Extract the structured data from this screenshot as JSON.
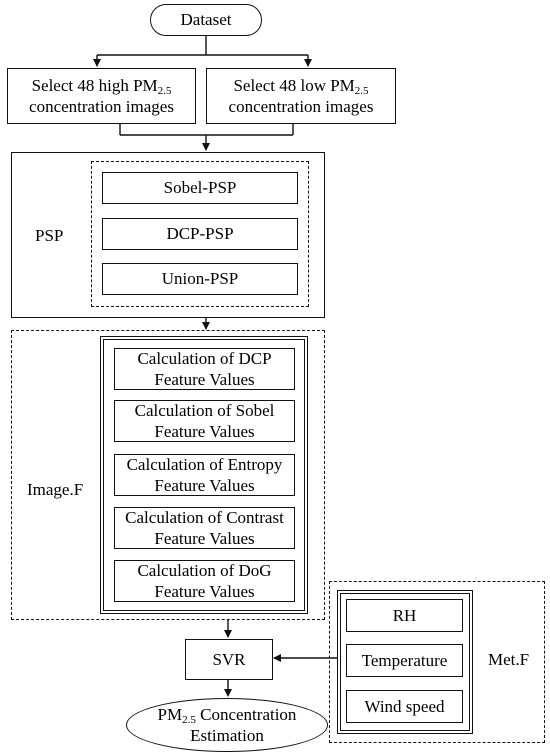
{
  "dataset": "Dataset",
  "select_high": {
    "line1_pre": "Select 48 high PM",
    "line1_sub": "2.5",
    "line2": "concentration images"
  },
  "select_low": {
    "line1_pre": "Select 48 low PM",
    "line1_sub": "2.5",
    "line2": "concentration images"
  },
  "psp": {
    "label": "PSP",
    "items": [
      "Sobel-PSP",
      "DCP-PSP",
      "Union-PSP"
    ]
  },
  "image_f": {
    "label": "Image.F",
    "items": [
      {
        "line1": "Calculation of DCP",
        "line2": "Feature Values"
      },
      {
        "line1": "Calculation of Sobel",
        "line2": "Feature Values"
      },
      {
        "line1": "Calculation of Entropy",
        "line2": "Feature Values"
      },
      {
        "line1": "Calculation of Contrast",
        "line2": "Feature Values"
      },
      {
        "line1": "Calculation of DoG",
        "line2": "Feature Values"
      }
    ]
  },
  "met_f": {
    "label": "Met.F",
    "items": [
      "RH",
      "Temperature",
      "Wind speed"
    ]
  },
  "svr": "SVR",
  "output": {
    "pre": "PM",
    "sub": "2.5",
    "post": " Concentration",
    "line2": "Estimation"
  }
}
